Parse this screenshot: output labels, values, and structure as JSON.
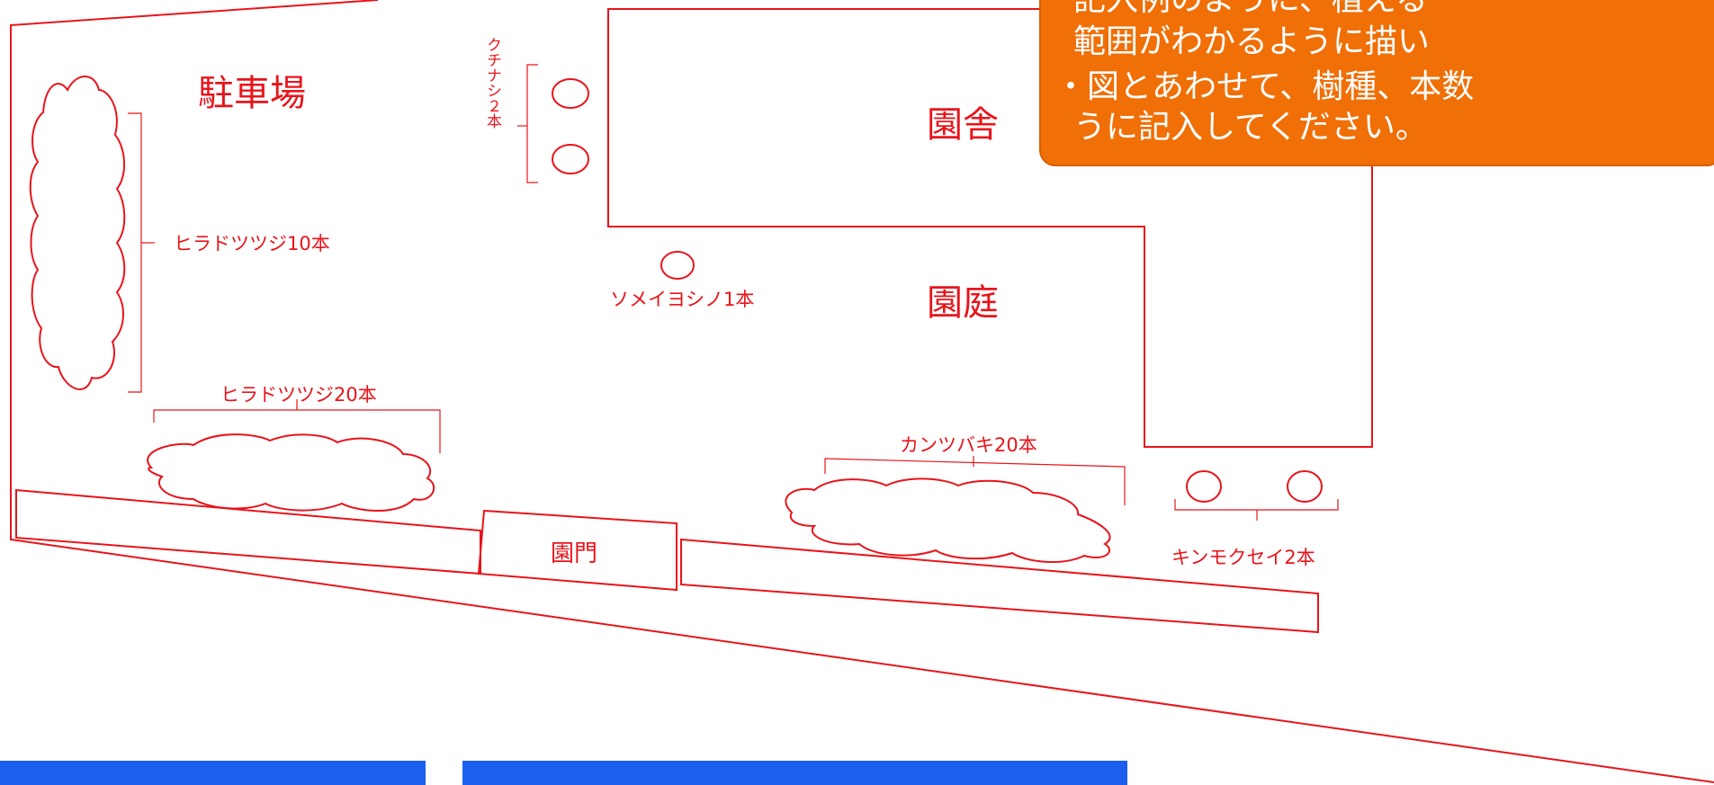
{
  "labels": {
    "parking": "駐車場",
    "school_building": "園舎",
    "garden": "園庭",
    "gate": "園門"
  },
  "trees": {
    "hiradotsutsuji_10": "ヒラドツツジ10本",
    "hiradotsutsuji_20": "ヒラドツツジ20本",
    "kuchinashi_2": "クチナシ２本",
    "someiyoshino_1": "ソメイヨシノ1本",
    "kantsubaki_20": "カンツバキ20本",
    "kinmokusei_2": "キンモクセイ2本"
  },
  "note": {
    "lines": [
      "記入例のように、植える",
      "範囲がわかるように描い",
      "・図とあわせて、樹種、本数",
      "うに記入してください。"
    ]
  },
  "colors": {
    "line": "#e8141b",
    "note_bg": "#f06f06",
    "bar": "#1c5ff0"
  }
}
